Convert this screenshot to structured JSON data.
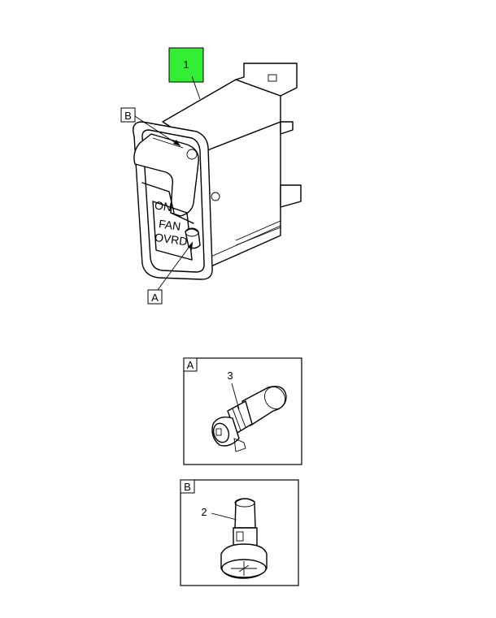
{
  "callouts": {
    "item1": "1",
    "item2": "2",
    "item3": "3"
  },
  "detail_refs": {
    "a": "A",
    "b": "B"
  },
  "switch_legend": {
    "on": "ON",
    "line1": "FAN",
    "line2": "OVRD"
  },
  "colors": {
    "highlight": "#33ee33",
    "line": "#000000"
  }
}
